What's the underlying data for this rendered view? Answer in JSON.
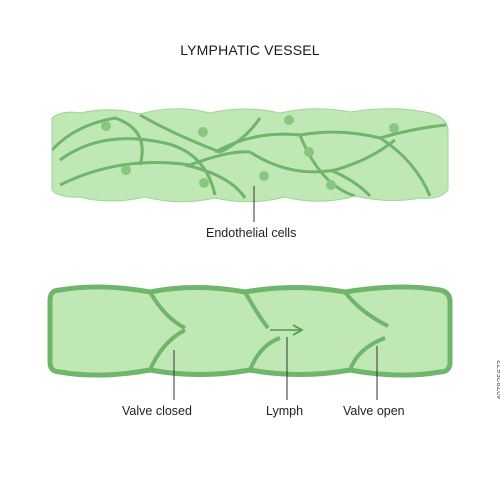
{
  "title": "LYMPHATIC VESSEL",
  "labels": {
    "endothelial": "Endothelial cells",
    "valve_closed": "Valve closed",
    "lymph": "Lymph",
    "valve_open": "Valve open"
  },
  "stock_id": "407825673",
  "colors": {
    "fill_light": "#bfe8b5",
    "fill_mid": "#a8dc9c",
    "outline": "#6fb56a",
    "nucleus": "#87c87f",
    "line": "#333333"
  }
}
